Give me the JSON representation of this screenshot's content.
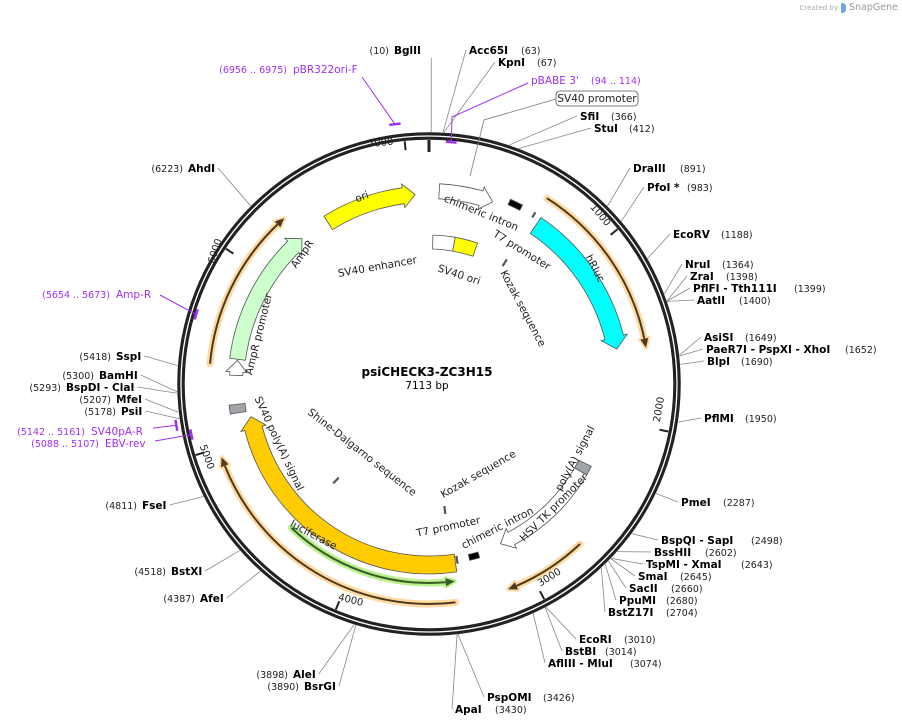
{
  "credit": {
    "created_by": "Created by",
    "brand": "SnapGene"
  },
  "plasmid": {
    "name": "psiCHECK3-ZC3H15",
    "length": "7113 bp",
    "total_bp": 7113
  },
  "ticks": [
    {
      "bp": 1000,
      "label": "1000"
    },
    {
      "bp": 2000,
      "label": "2000"
    },
    {
      "bp": 3000,
      "label": "3000"
    },
    {
      "bp": 4000,
      "label": "4000"
    },
    {
      "bp": 5000,
      "label": "5000"
    },
    {
      "bp": 6000,
      "label": "6000"
    },
    {
      "bp": 7000,
      "label": "7000"
    }
  ],
  "sites": [
    {
      "name": "Acc65I",
      "pos": "(63)",
      "bp": 63
    },
    {
      "name": "KpnI",
      "pos": "(67)",
      "bp": 67
    },
    {
      "name": "SfiI",
      "pos": "(366)",
      "bp": 366
    },
    {
      "name": "StuI",
      "pos": "(412)",
      "bp": 412
    },
    {
      "name": "DraIII",
      "pos": "(891)",
      "bp": 891
    },
    {
      "name": "PfoI *",
      "pos": "(983)",
      "bp": 983
    },
    {
      "name": "EcoRV",
      "pos": "(1188)",
      "bp": 1188
    },
    {
      "name": "NruI",
      "pos": "(1364)",
      "bp": 1364
    },
    {
      "name": "ZraI",
      "pos": "(1398)",
      "bp": 1398
    },
    {
      "name": "PflFI  - Tth111I",
      "pos": "(1399)",
      "bp": 1399
    },
    {
      "name": "AatII",
      "pos": "(1400)",
      "bp": 1400
    },
    {
      "name": "AsiSI",
      "pos": "(1649)",
      "bp": 1649
    },
    {
      "name": "PaeR7I  - PspXI  - XhoI",
      "pos": "(1652)",
      "bp": 1652
    },
    {
      "name": "BlpI",
      "pos": "(1690)",
      "bp": 1690
    },
    {
      "name": "PflMI",
      "pos": "(1950)",
      "bp": 1950
    },
    {
      "name": "PmeI",
      "pos": "(2287)",
      "bp": 2287
    },
    {
      "name": "BspQI  - SapI",
      "pos": "(2498)",
      "bp": 2498
    },
    {
      "name": "BssHII",
      "pos": "(2602)",
      "bp": 2602
    },
    {
      "name": "TspMI  - XmaI",
      "pos": "(2643)",
      "bp": 2643
    },
    {
      "name": "SmaI",
      "pos": "(2645)",
      "bp": 2645
    },
    {
      "name": "SacII",
      "pos": "(2660)",
      "bp": 2660
    },
    {
      "name": "PpuMI",
      "pos": "(2680)",
      "bp": 2680
    },
    {
      "name": "BstZ17I",
      "pos": "(2704)",
      "bp": 2704
    },
    {
      "name": "EcoRI",
      "pos": "(3010)",
      "bp": 3010
    },
    {
      "name": "BstBI",
      "pos": "(3014)",
      "bp": 3014
    },
    {
      "name": "AflIII  - MluI",
      "pos": "(3074)",
      "bp": 3074
    },
    {
      "name": "PspOMI",
      "pos": "(3426)",
      "bp": 3426
    },
    {
      "name": "ApaI",
      "pos": "(3430)",
      "bp": 3430
    },
    {
      "name": "AleI",
      "pos": "(3898)",
      "bp": 3898
    },
    {
      "name": "BsrGI",
      "pos": "(3890)",
      "bp": 3890
    },
    {
      "name": "AfeI",
      "pos": "(4387)",
      "bp": 4387
    },
    {
      "name": "BstXI",
      "pos": "(4518)",
      "bp": 4518
    },
    {
      "name": "FseI",
      "pos": "(4811)",
      "bp": 4811
    },
    {
      "name": "PsiI",
      "pos": "(5178)",
      "bp": 5178
    },
    {
      "name": "MfeI",
      "pos": "(5207)",
      "bp": 5207
    },
    {
      "name": "BspDI  - ClaI",
      "pos": "(5293)",
      "bp": 5293
    },
    {
      "name": "BamHI",
      "pos": "(5300)",
      "bp": 5300
    },
    {
      "name": "SspI",
      "pos": "(5418)",
      "bp": 5418
    },
    {
      "name": "AhdI",
      "pos": "(6223)",
      "bp": 6223
    },
    {
      "name": "BglII",
      "pos": "(10)",
      "bp": 10
    }
  ],
  "primers": [
    {
      "name": "pBR322ori-F",
      "range": "(6956 .. 6975)",
      "start": 6956,
      "end": 6975
    },
    {
      "name": "pBABE 3'",
      "range": "(94 .. 114)",
      "start": 94,
      "end": 114
    },
    {
      "name": "Amp-R",
      "range": "(5654 .. 5673)",
      "start": 5654,
      "end": 5673
    },
    {
      "name": "SV40pA-R",
      "range": "(5142 .. 5161)",
      "start": 5142,
      "end": 5161
    },
    {
      "name": "EBV-rev",
      "range": "(5088 .. 5107)",
      "start": 5088,
      "end": 5107
    }
  ],
  "features": [
    {
      "name": "ori",
      "start": 6480,
      "end": 7030,
      "color": "#ffff00",
      "direction": "cw"
    },
    {
      "name": "SV40 promoter",
      "start": 60,
      "end": 380,
      "color": "#ffffff",
      "direction": "cw"
    },
    {
      "name": "hRluc",
      "start": 670,
      "end": 1570,
      "color": "#00ffff",
      "direction": "cw"
    },
    {
      "name": "AmpR",
      "start": 5480,
      "end": 6300,
      "color": "#ccffcc",
      "direction": "cw"
    },
    {
      "name": "AmpR promoter",
      "start": 5385,
      "end": 5475,
      "color": "#ffffff",
      "direction": "cw"
    },
    {
      "name": "SV40 poly(A) signal",
      "start": 5165,
      "end": 5215,
      "color": "#a0a4ab",
      "direction": "none"
    },
    {
      "name": "luciferase",
      "start": 3390,
      "end": 5130,
      "color": "#ffcc00",
      "direction": "cw"
    },
    {
      "name": "HSV TK promoter",
      "start": 2370,
      "end": 3080,
      "color": "#ffffff",
      "direction": "cw"
    },
    {
      "name": "poly(A) signal",
      "start": 2310,
      "end": 2370,
      "color": "#a0a4ab",
      "direction": "none"
    },
    {
      "name": "SV40 enhancer",
      "start": 30,
      "end": 200,
      "color": "#ffffff",
      "direction": "none"
    },
    {
      "name": "SV40 ori",
      "start": 200,
      "end": 375,
      "color": "#ffff00",
      "direction": "none"
    },
    {
      "name": "chimeric intron",
      "start": 470,
      "end": 545,
      "color": "#000000",
      "direction": "none"
    },
    {
      "name": "chimeric intron",
      "start": 3235,
      "end": 3300,
      "color": "#000000",
      "direction": "none"
    }
  ],
  "feature_labels": [
    "ori",
    "chimeric intron",
    "T7 promoter",
    "SV40 enhancer",
    "SV40 ori",
    "Kozak sequence",
    "hRluc",
    "AmpR",
    "AmpR promoter",
    "SV40 poly(A) signal",
    "Shine-Dalgarno sequence",
    "Kozak sequence",
    "poly(A) signal",
    "HSV TK promoter",
    "chimeric intron",
    "T7 promoter",
    "luciferase"
  ],
  "boxed_label": "SV40 promoter",
  "orfs": [
    {
      "start": 640,
      "end": 1590,
      "direction": "cw"
    },
    {
      "start": 5440,
      "end": 6300,
      "direction": "cw"
    },
    {
      "start": 3420,
      "end": 4950,
      "direction": "cw"
    },
    {
      "start": 2700,
      "end": 3140,
      "direction": "cw"
    }
  ],
  "green_arc": {
    "start": 3410,
    "end": 4420,
    "direction": "ccw"
  },
  "colors": {
    "primer": "#a030f0",
    "orf_halo": "#ffd9a0",
    "orf_line": "#4a3a20",
    "green_halo": "#b8f08a",
    "backbone": "#222222"
  }
}
